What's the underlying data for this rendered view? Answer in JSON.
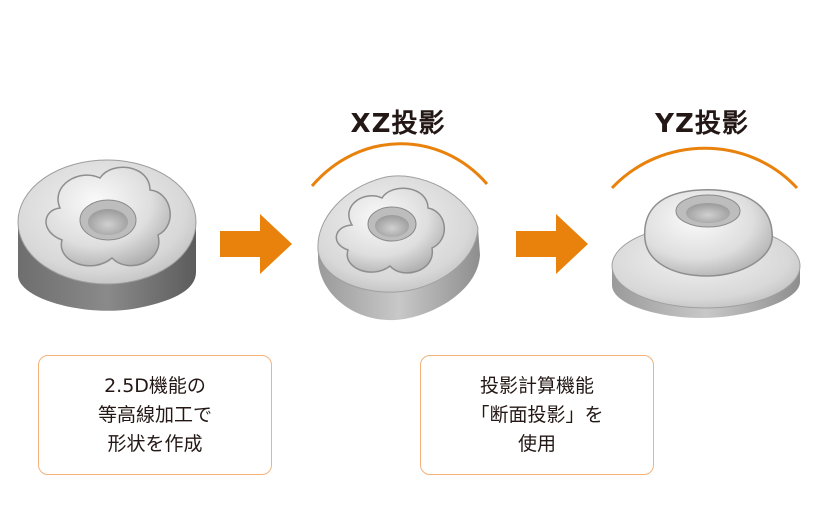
{
  "projections": {
    "xz_label": "XZ投影",
    "yz_label": "YZ投影"
  },
  "notes": {
    "left": [
      "2.5D機能の",
      "等高線加工で",
      "形状を作成"
    ],
    "right": [
      "投影計算機能",
      "「断面投影」を",
      "使用"
    ]
  },
  "colors": {
    "arrow": "#e8820c",
    "note_border": "#f4b27a",
    "arc": "#e8820c"
  }
}
